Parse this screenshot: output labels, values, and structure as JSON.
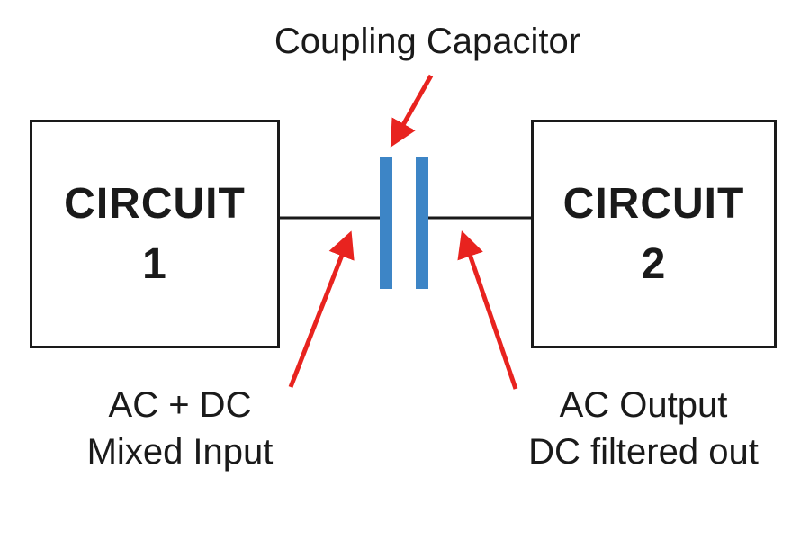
{
  "circuit_1": {
    "line1": "CIRCUIT",
    "line2": "1"
  },
  "circuit_2": {
    "line1": "CIRCUIT",
    "line2": "2"
  },
  "capacitor_label": "Coupling Capacitor",
  "input_label": {
    "line1": "AC + DC",
    "line2": "Mixed Input"
  },
  "output_label": {
    "line1": "AC Output",
    "line2": "DC filtered out"
  },
  "colors": {
    "capacitor_plate": "#3d85c6",
    "arrow": "#e8231f",
    "line": "#1a1a1a"
  }
}
